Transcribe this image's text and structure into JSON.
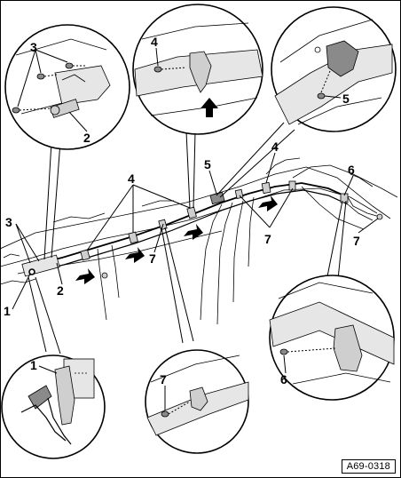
{
  "figure": {
    "reference_code": "A69-0318",
    "callouts": {
      "c1_main": "1",
      "c1_detail": "1",
      "c2_main": "2",
      "c2_detail": "2",
      "c3_main": "3",
      "c3_detail": "3",
      "c4_main_left": "4",
      "c4_main_right": "4",
      "c4_detail": "4",
      "c5_main": "5",
      "c5_detail": "5",
      "c6_main": "6",
      "c6_detail": "6",
      "c7_main_a": "7",
      "c7_main_b": "7",
      "c7_main_c": "7",
      "c7_detail": "7"
    }
  }
}
